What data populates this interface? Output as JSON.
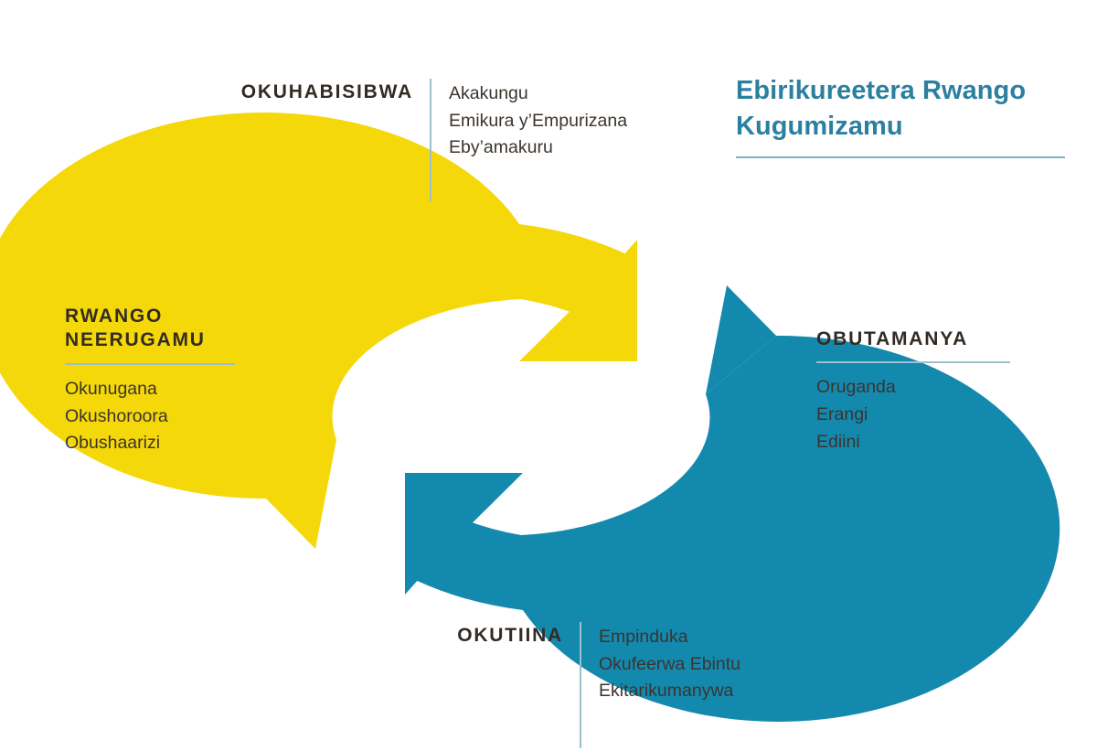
{
  "title": {
    "text": "Ebirikureetera Rwango Kugumizamu",
    "color": "#2b80a0"
  },
  "diagram": {
    "type": "cycle",
    "shape": "two-arrow-circular-cycle",
    "arrows": [
      {
        "name": "yellow-arrow",
        "color": "#f4d80a",
        "direction": "clockwise-upper-left"
      },
      {
        "name": "teal-arrow",
        "color": "#1489ae",
        "direction": "clockwise-lower-right"
      }
    ]
  },
  "blocks": {
    "top": {
      "heading": "OKUHABISIBWA",
      "items": [
        "Akakungu",
        "Emikura y’Empurizana",
        "Eby’amakuru"
      ]
    },
    "left": {
      "heading_line1": "RWANGO",
      "heading_line2": "NEERUGAMU",
      "items": [
        "Okunugana",
        "Okushoroora",
        "Obushaarizi"
      ]
    },
    "right": {
      "heading": "OBUTAMANYA",
      "items": [
        "Oruganda",
        "Erangi",
        "Ediini"
      ]
    },
    "bottom": {
      "heading": "OKUTIINA",
      "items": [
        "Empinduka",
        "Okufeerwa Ebintu",
        "Ekitarikumanywa"
      ]
    }
  },
  "colors": {
    "yellow": "#f4d80a",
    "teal": "#1489ae",
    "title_blue": "#2b80a0",
    "rule": "#9cbfcc",
    "text": "#3c342e",
    "background": "#ffffff"
  }
}
